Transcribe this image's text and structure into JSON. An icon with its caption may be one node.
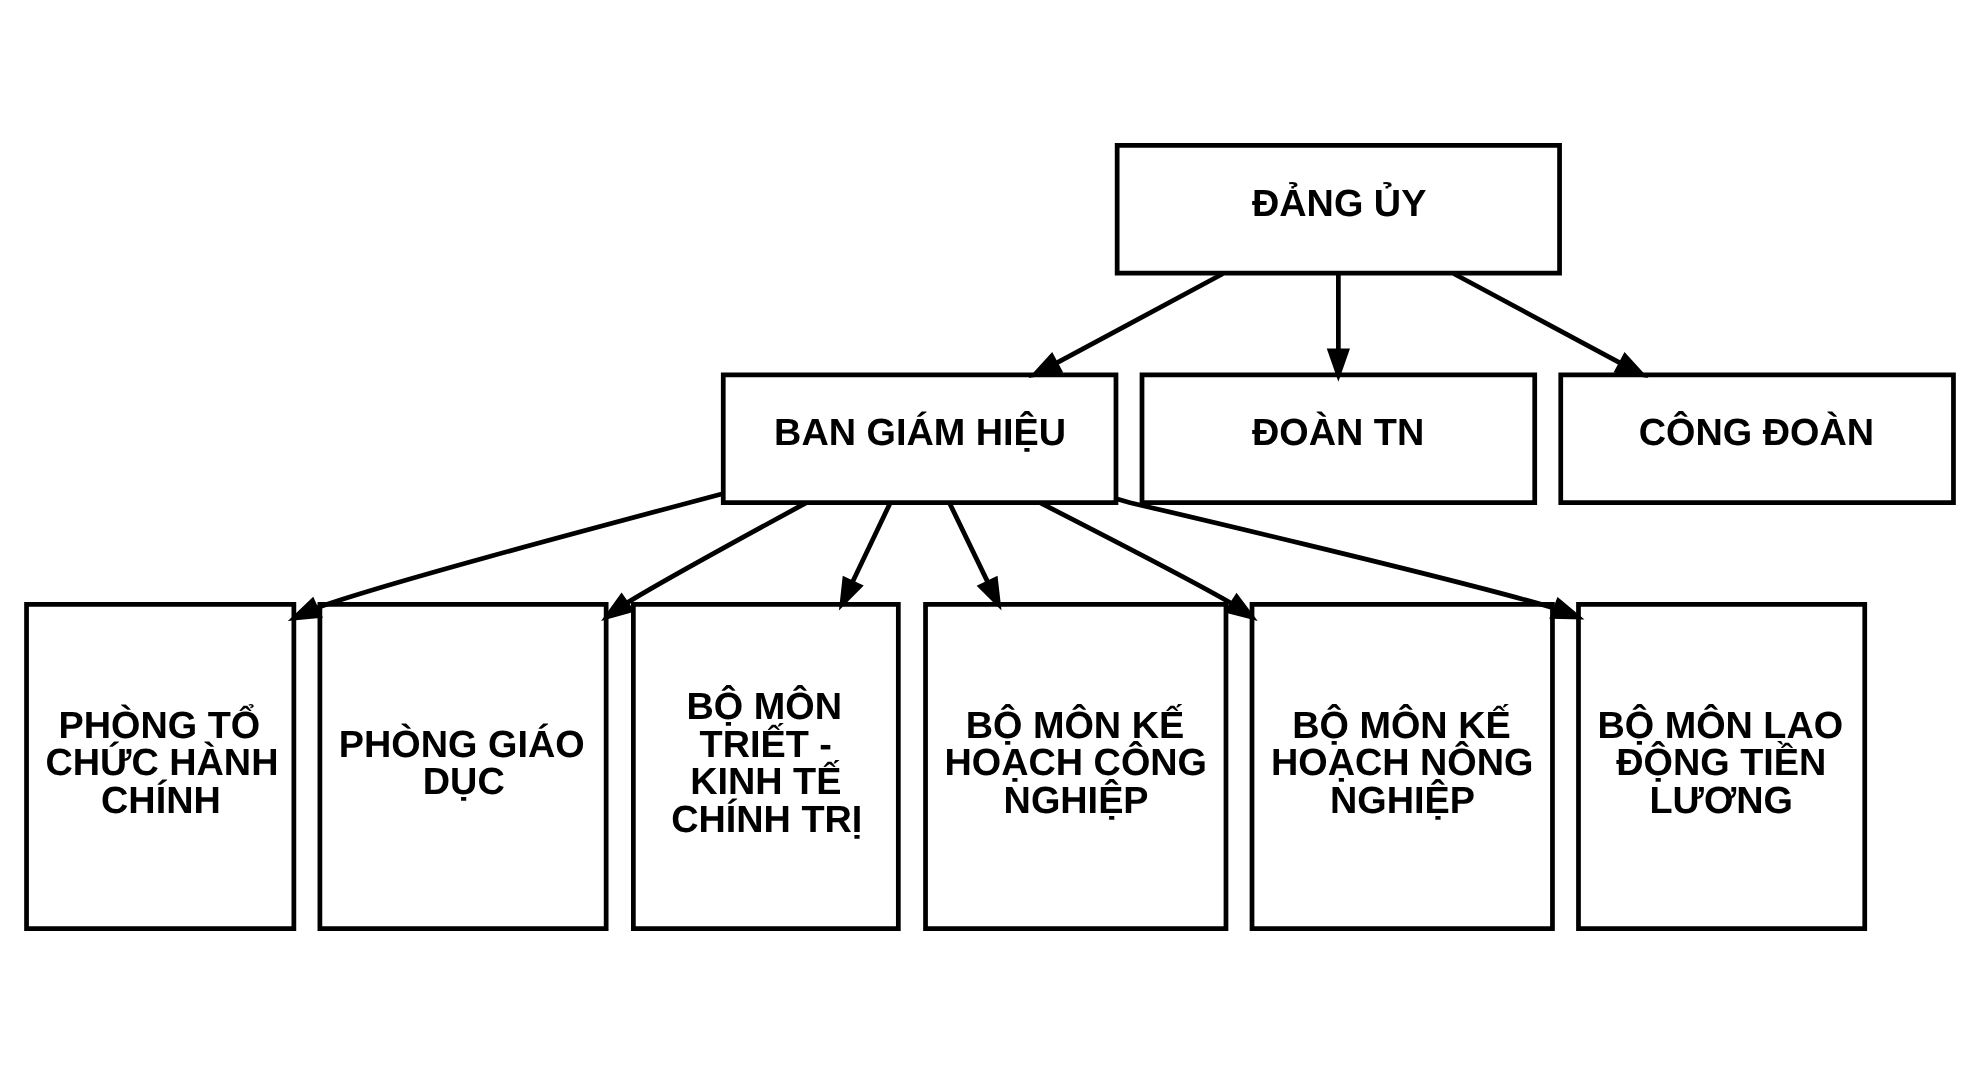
{
  "diagram": {
    "nodes": [
      {
        "text": [
          "ĐẢNG ỦY"
        ]
      },
      {
        "text": [
          "BAN GIÁM HIỆU"
        ]
      },
      {
        "text": [
          "ĐOÀN TN"
        ]
      },
      {
        "text": [
          "CÔNG ĐOÀN"
        ]
      },
      {
        "text": [
          "PHÒNG TỔ CHỨC HÀNH CHÍNH"
        ]
      },
      {
        "text": [
          "PHÒNG GIÁO DỤC"
        ]
      },
      {
        "text": [
          "BỘ MÔN TRIẾT - KINH TẾ CHÍNH TRỊ"
        ]
      },
      {
        "text": [
          "BỘ MÔN KẾ HOẠCH CÔNG NGHIỆP"
        ]
      },
      {
        "text": [
          "BỘ MÔN KẾ HOẠCH NÔNG NGHIỆP"
        ]
      },
      {
        "text": [
          "BỘ MÔN LAO ĐỘNG TIỀN LƯƠNG"
        ]
      }
    ],
    "edges": [
      {
        "from": 0,
        "to": 1,
        "arrow": "to"
      },
      {
        "from": 0,
        "to": 2,
        "arrow": "to"
      },
      {
        "from": 0,
        "to": 3,
        "arrow": "to"
      },
      {
        "from": 1,
        "to": 4,
        "arrow": "to"
      },
      {
        "from": 1,
        "to": 5,
        "arrow": "to"
      },
      {
        "from": 1,
        "to": 6,
        "arrow": "to"
      },
      {
        "from": 1,
        "to": 7,
        "arrow": "to"
      },
      {
        "from": 1,
        "to": 8,
        "arrow": "to"
      },
      {
        "from": 1,
        "to": 9,
        "arrow": "to"
      }
    ]
  }
}
